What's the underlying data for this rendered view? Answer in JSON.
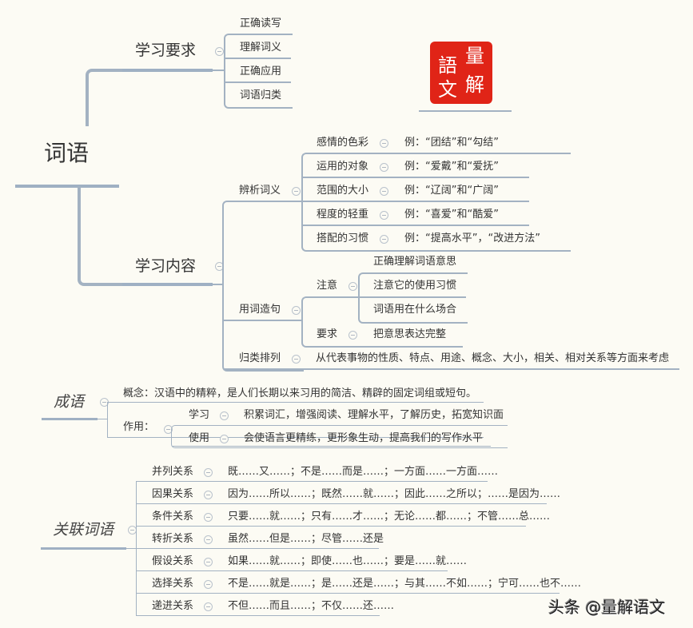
{
  "root": {
    "title": "词语"
  },
  "seal": {
    "chars": [
      "量",
      "解",
      "語",
      "文"
    ],
    "color": "#e02417"
  },
  "requirements": {
    "title": "学习要求",
    "items": [
      "正确读写",
      "理解词义",
      "正确应用",
      "词语归类"
    ]
  },
  "content": {
    "title": "学习内容",
    "analysis": {
      "title": "辨析词义",
      "items": [
        {
          "label": "感情的色彩",
          "example": "例：“团结”和“勾结”"
        },
        {
          "label": "运用的对象",
          "example": "例：“爱戴”和“爱抚”"
        },
        {
          "label": "范围的大小",
          "example": "例：“辽阔”和“广阔”"
        },
        {
          "label": "程度的轻重",
          "example": "例：“喜爱”和“酷爱”"
        },
        {
          "label": "搭配的习惯",
          "example": "例：“提高水平”，“改进方法”"
        }
      ]
    },
    "usage": {
      "title": "用词造句",
      "attention": {
        "title": "注意",
        "items": [
          "正确理解词语意思",
          "注意它的使用习惯",
          "词语用在什么场合"
        ]
      },
      "requirement": {
        "title": "要求",
        "item": "把意思表达完整"
      }
    },
    "classify": {
      "title": "归类排列",
      "text": "从代表事物的性质、特点、用途、概念、大小，相关、相对关系等方面来考虑"
    }
  },
  "idiom": {
    "title": "成语",
    "concept": "概念：汉语中的精粹，是人们长期以来习用的简洁、精辟的固定词组或短句。",
    "function": {
      "title": "作用：",
      "items": [
        {
          "label": "学习",
          "text": "积累词汇，增强阅读、理解水平，了解历史，拓宽知识面"
        },
        {
          "label": "使用",
          "text": "会使语言更精练，更形象生动，提高我们的写作水平"
        }
      ]
    }
  },
  "conjunctions": {
    "title": "关联词语",
    "items": [
      {
        "label": "并列关系",
        "text": "既……又……；不是……而是……；一方面……一方面……"
      },
      {
        "label": "因果关系",
        "text": "因为……所以……；既然……就……；因此……之所以；……是因为……"
      },
      {
        "label": "条件关系",
        "text": "只要……就……；只有……才……；无论……都……；不管……总……"
      },
      {
        "label": "转折关系",
        "text": "虽然……但是……；尽管……还是"
      },
      {
        "label": "假设关系",
        "text": "如果……就……；即使……也……；要是……就……"
      },
      {
        "label": "选择关系",
        "text": "不是……就是……；是……还是……；与其……不如……；宁可……也不……"
      },
      {
        "label": "递进关系",
        "text": "不但……而且……；不仅……还……"
      }
    ]
  },
  "watermark": "头条 @量解语文"
}
